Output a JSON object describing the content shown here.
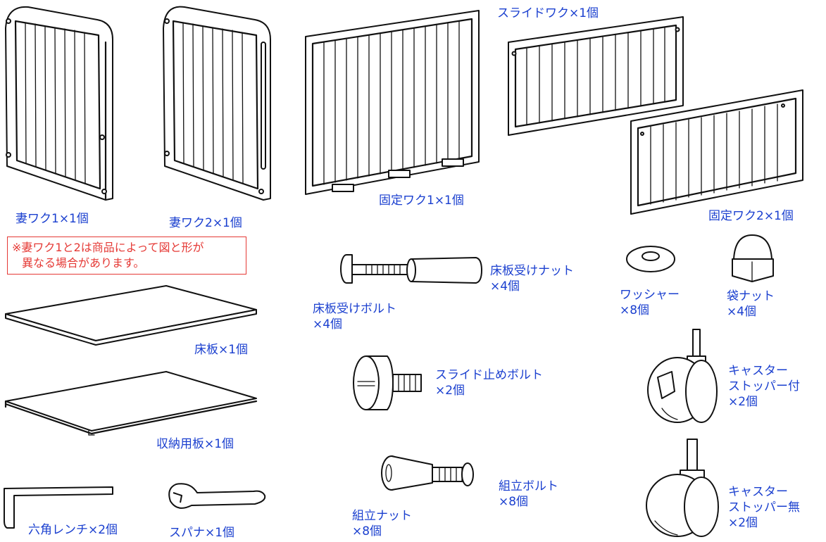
{
  "parts": {
    "end_frame_1": "妻ワク1×1個",
    "end_frame_2": "妻ワク2×1個",
    "fixed_frame_1": "固定ワク1×1個",
    "slide_frame": "スライドワク×1個",
    "fixed_frame_2": "固定ワク2×1個",
    "floor_board": "床板×1個",
    "storage_board": "収納用板×1個",
    "hex_wrench": "六角レンチ×2個",
    "spanner": "スパナ×1個",
    "floor_bolt": [
      "床板受けボルト",
      "×4個"
    ],
    "floor_nut": [
      "床板受けナット",
      "×4個"
    ],
    "washer": [
      "ワッシャー",
      "×8個"
    ],
    "cap_nut": [
      "袋ナット",
      "×4個"
    ],
    "slide_stop_bolt": [
      "スライド止めボルト",
      "×2個"
    ],
    "caster_with_stopper": [
      "キャスター",
      "ストッパー付",
      "×2個"
    ],
    "assembly_bolt": [
      "組立ボルト",
      "×8個"
    ],
    "assembly_nut": [
      "組立ナット",
      "×8個"
    ],
    "caster_without_stopper": [
      "キャスター",
      "ストッパー無",
      "×2個"
    ]
  },
  "note": {
    "line1": "※妻ワク1と2は商品によって図と形が",
    "line2": "異なる場合があります。"
  },
  "colors": {
    "label": "#1a3fcf",
    "note": "#e53935",
    "line": "#111111"
  }
}
